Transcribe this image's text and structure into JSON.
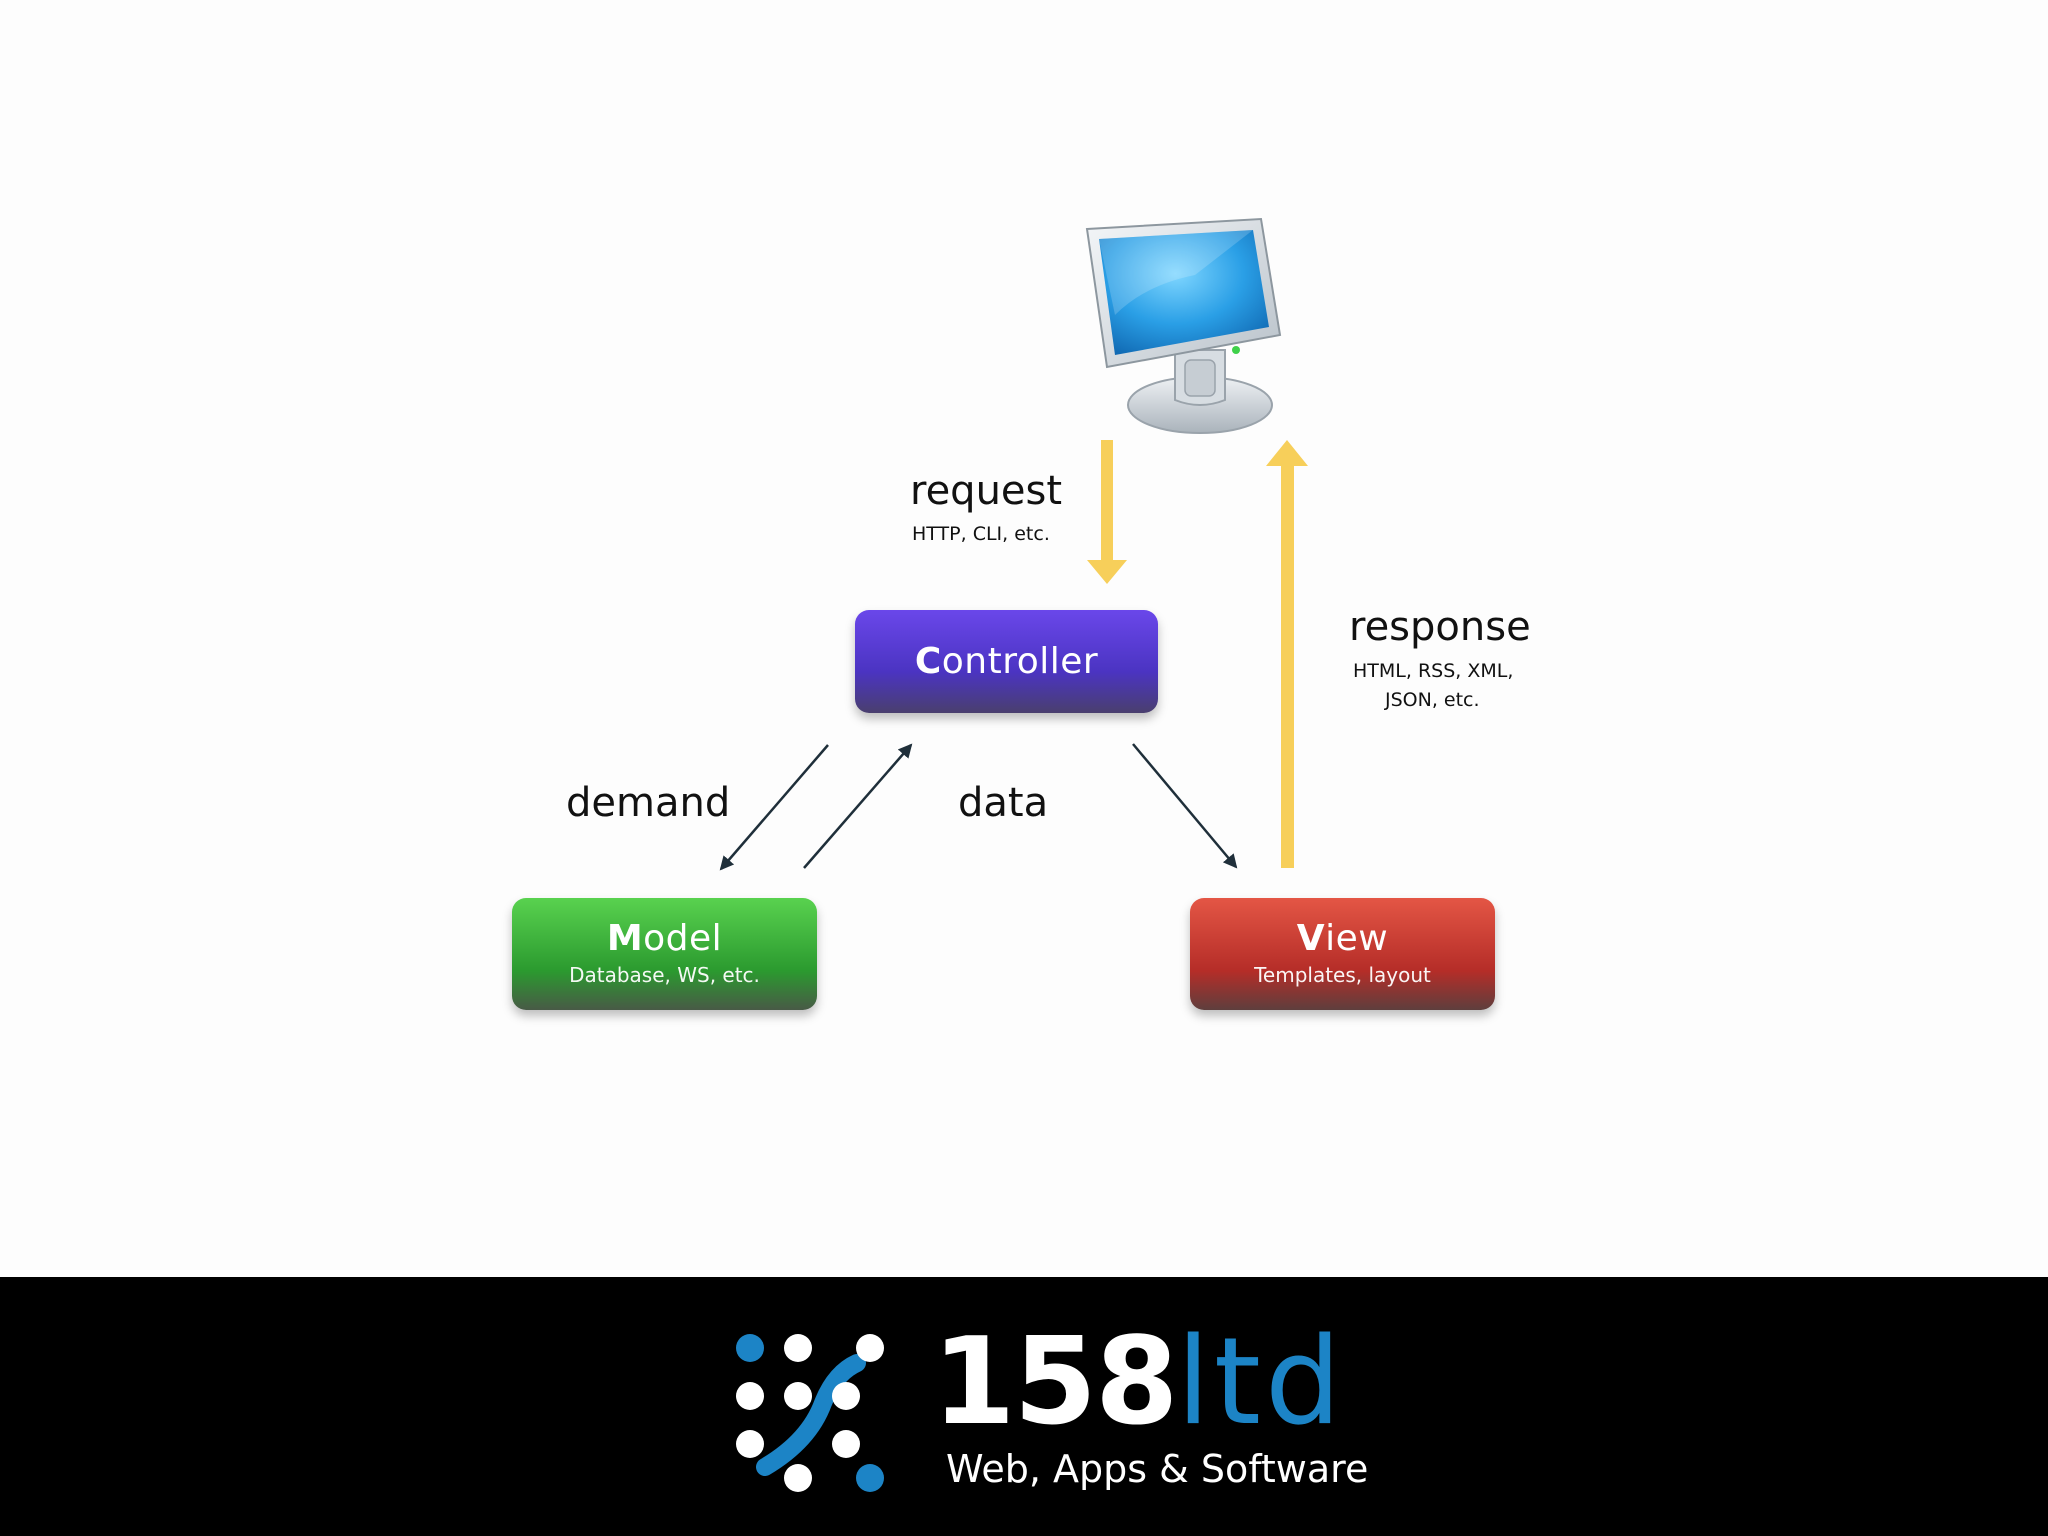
{
  "diagram": {
    "controller": {
      "initial": "C",
      "rest": "ontroller"
    },
    "model": {
      "initial": "M",
      "rest": "odel",
      "subtitle": "Database, WS, etc."
    },
    "view": {
      "initial": "V",
      "rest": "iew",
      "subtitle": "Templates, layout"
    },
    "request": {
      "label": "request",
      "detail": "HTTP, CLI, etc."
    },
    "response": {
      "label": "response",
      "detail_line1": "HTML, RSS, XML,",
      "detail_line2": "JSON, etc."
    },
    "demand": {
      "label": "demand"
    },
    "data": {
      "label": "data"
    },
    "icons": {
      "client": "computer-monitor-icon"
    },
    "colors": {
      "controller": "#5b3fd8",
      "model": "#3cb43c",
      "view": "#cc3b33",
      "flow_arrow": "#f7cf5a",
      "link_arrow": "#1f2f3a"
    }
  },
  "footer": {
    "brand_number": "158",
    "brand_suffix": "ltd",
    "tagline": "Web, Apps & Software",
    "colors": {
      "background": "#000000",
      "accent": "#1c84c6"
    }
  }
}
